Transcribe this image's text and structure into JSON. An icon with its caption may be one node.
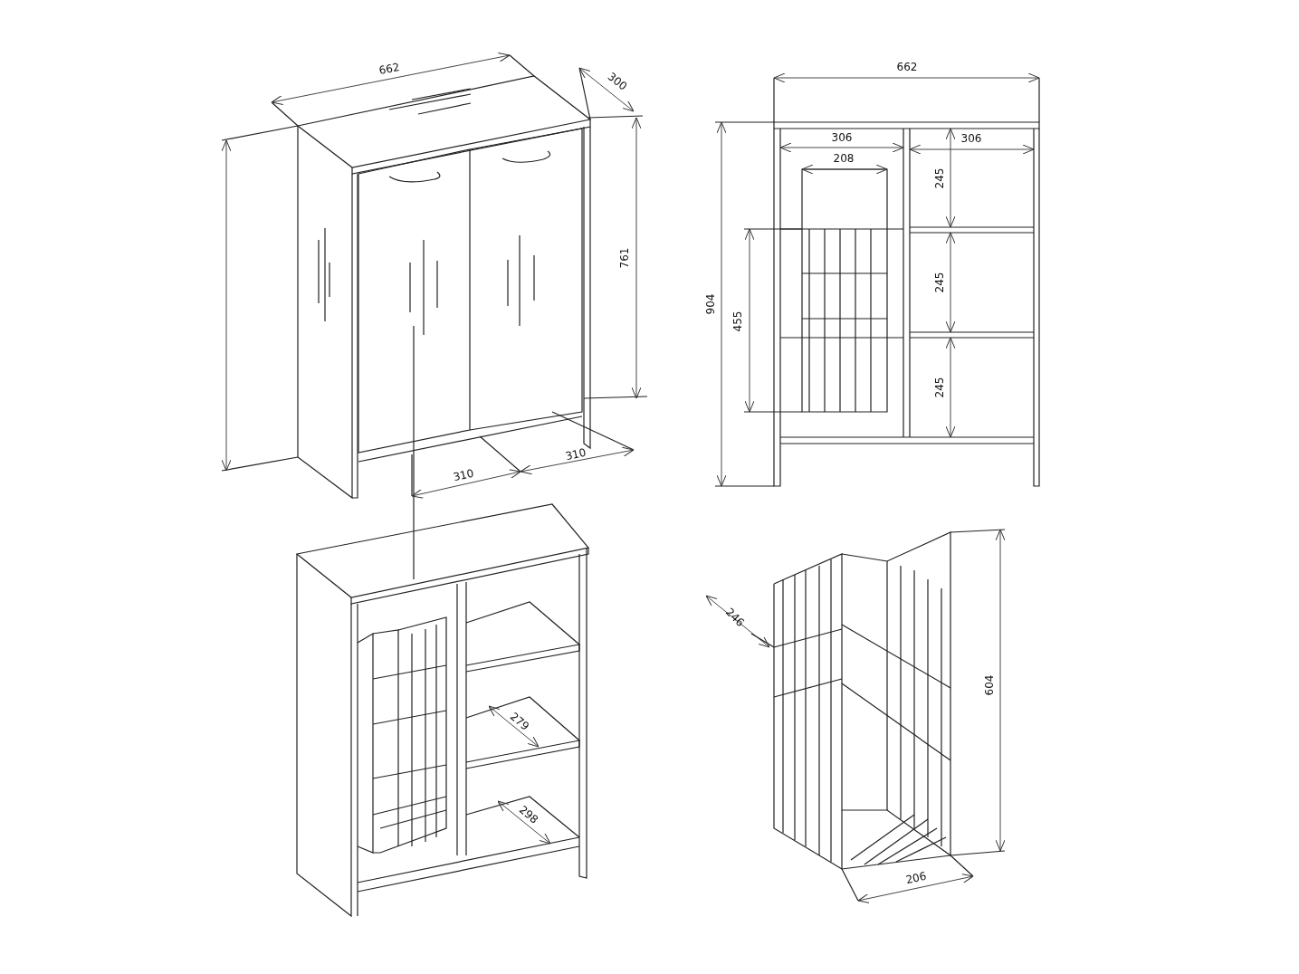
{
  "diagram": {
    "labels": [
      "662",
      "300",
      "761",
      "310",
      "310",
      "662",
      "306",
      "306",
      "208",
      "245",
      "904",
      "455",
      "245",
      "245",
      "279",
      "298",
      "246",
      "604",
      "206"
    ]
  }
}
